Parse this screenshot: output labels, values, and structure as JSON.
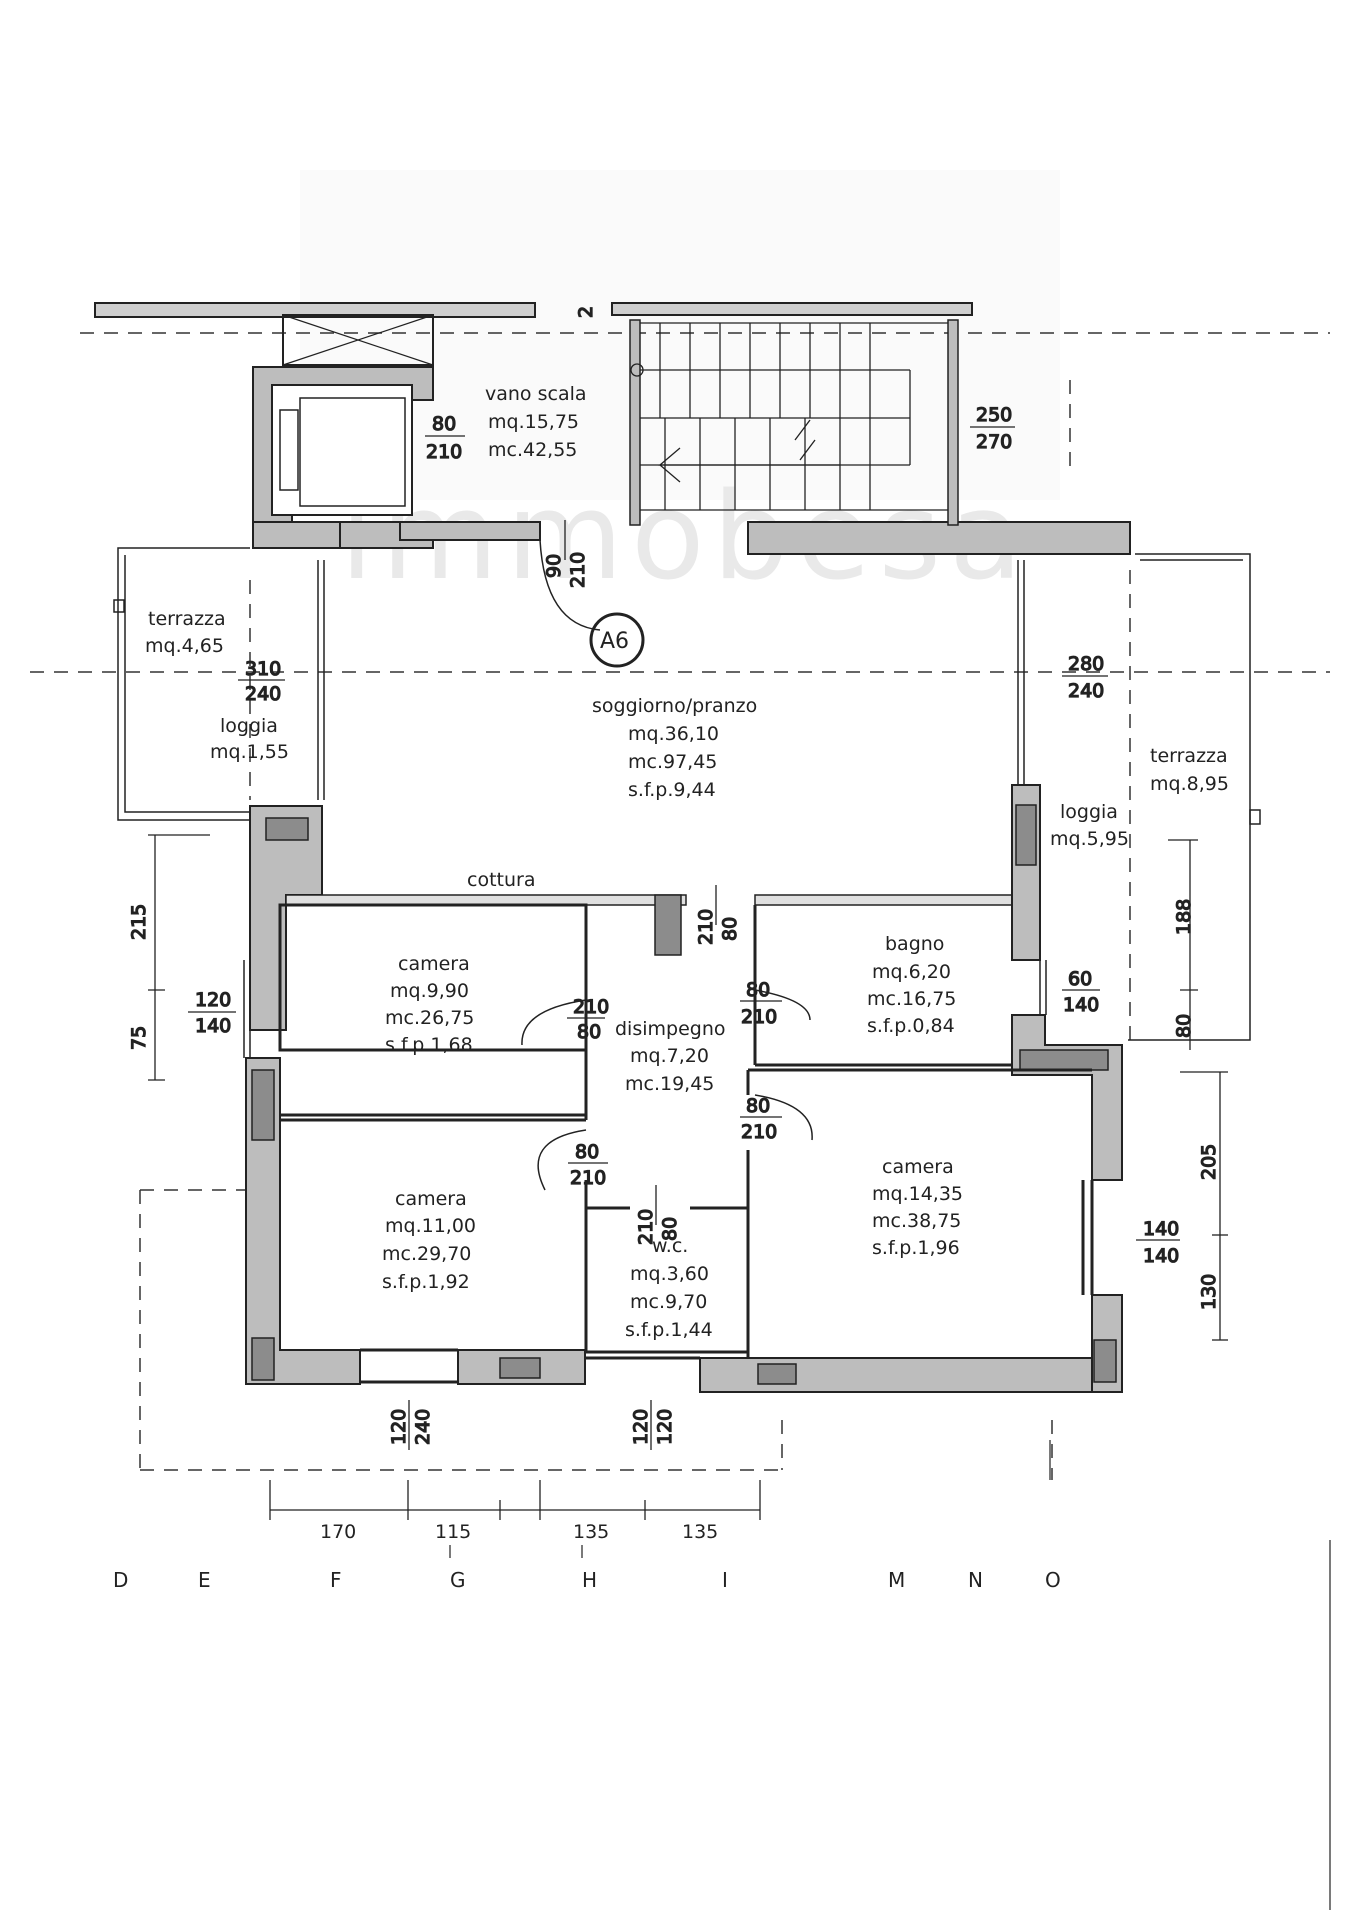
{
  "unit_badge": "A6",
  "watermark": "immobesa",
  "rooms": {
    "vano_scala": {
      "name": "vano scala",
      "mq": "mq.15,75",
      "mc": "mc.42,55"
    },
    "terrazza_left": {
      "name": "terrazza",
      "mq": "mq.4,65"
    },
    "loggia_left": {
      "name": "loggia",
      "mq": "mq.1,55"
    },
    "soggiorno": {
      "name": "soggiorno/pranzo",
      "mq": "mq.36,10",
      "mc": "mc.97,45",
      "sfp": "s.f.p.9,44"
    },
    "cottura": {
      "name": "cottura"
    },
    "terrazza_right": {
      "name": "terrazza",
      "mq": "mq.8,95"
    },
    "loggia_right": {
      "name": "loggia",
      "mq": "mq.5,95"
    },
    "camera1": {
      "name": "camera",
      "mq": "mq.9,90",
      "mc": "mc.26,75",
      "sfp": "s.f.p.1,68"
    },
    "bagno": {
      "name": "bagno",
      "mq": "mq.6,20",
      "mc": "mc.16,75",
      "sfp": "s.f.p.0,84"
    },
    "disimpegno": {
      "name": "disimpegno",
      "mq": "mq.7,20",
      "mc": "mc.19,45"
    },
    "camera2": {
      "name": "camera",
      "mq": "mq.11,00",
      "mc": "mc.29,70",
      "sfp": "s.f.p.1,92"
    },
    "wc": {
      "name": "w.c.",
      "mq": "mq.3,60",
      "mc": "mc.9,70",
      "sfp": "s.f.p.1,44"
    },
    "camera3": {
      "name": "camera",
      "mq": "mq.14,35",
      "mc": "mc.38,75",
      "sfp": "s.f.p.1,96"
    }
  },
  "openings": {
    "lift_door": {
      "w": "80",
      "h": "210"
    },
    "stair_window": {
      "w": "250",
      "h": "270"
    },
    "entry_door": {
      "w": "90",
      "h": "210"
    },
    "loggia_left_win": {
      "w": "310",
      "h": "240"
    },
    "loggia_right_win": {
      "w": "280",
      "h": "240"
    },
    "cottura_door": {
      "w": "210",
      "h": "80"
    },
    "camera1_win": {
      "w": "120",
      "h": "140"
    },
    "camera1_door": {
      "w": "210",
      "h": "80"
    },
    "bagno_door": {
      "w": "80",
      "h": "210"
    },
    "bagno_win": {
      "w": "60",
      "h": "140"
    },
    "camera3_door": {
      "w": "80",
      "h": "210"
    },
    "camera2_door": {
      "w": "80",
      "h": "210"
    },
    "wc_door": {
      "w": "210",
      "h": "80"
    },
    "camera3_win": {
      "w": "140",
      "h": "140"
    },
    "camera2_win_bottom": {
      "w": "120",
      "h": "240"
    },
    "wc_win_bottom": {
      "w": "120",
      "h": "120"
    }
  },
  "side_dims": {
    "left_215": "215",
    "left_75": "75",
    "right_188": "188",
    "right_80": "80",
    "right_205": "205",
    "right_130": "130",
    "top_stair": "2"
  },
  "bottom_dims": [
    "170",
    "115",
    "135",
    "135"
  ],
  "grid_axes": [
    "D",
    "E",
    "F",
    "G",
    "H",
    "I",
    "M",
    "N",
    "O"
  ]
}
